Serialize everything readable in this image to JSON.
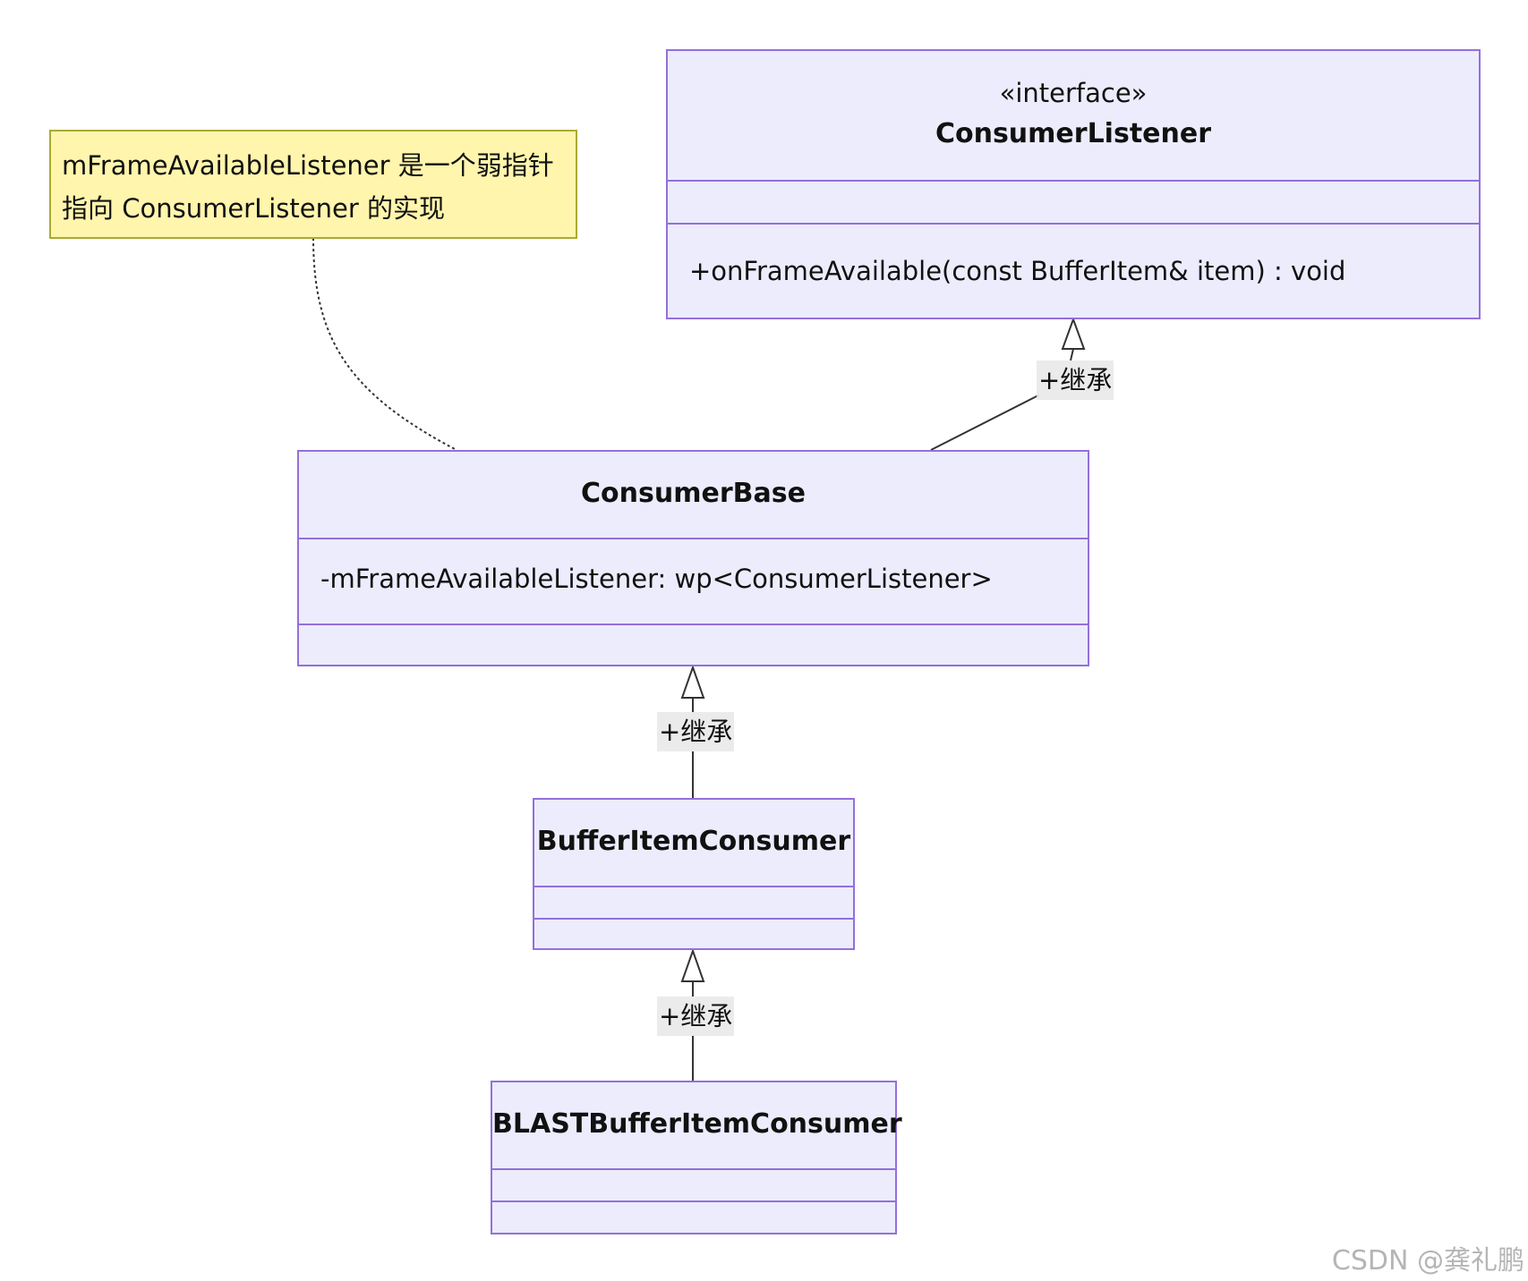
{
  "note": {
    "line1": "mFrameAvailableListener 是一个弱指针",
    "line2": "指向 ConsumerListener 的实现"
  },
  "classes": {
    "consumer_listener": {
      "stereotype": "«interface»",
      "name": "ConsumerListener",
      "methods": [
        "+onFrameAvailable(const BufferItem& item) : void"
      ]
    },
    "consumer_base": {
      "name": "ConsumerBase",
      "attributes": [
        "-mFrameAvailableListener: wp<ConsumerListener>"
      ]
    },
    "buffer_item_consumer": {
      "name": "BufferItemConsumer"
    },
    "blast_buffer_item_consumer": {
      "name": "BLASTBufferItemConsumer"
    }
  },
  "edges": {
    "base_to_listener": "+继承",
    "bic_to_base": "+继承",
    "blast_to_bic": "+继承"
  },
  "watermark": "CSDN @龚礼鹏"
}
